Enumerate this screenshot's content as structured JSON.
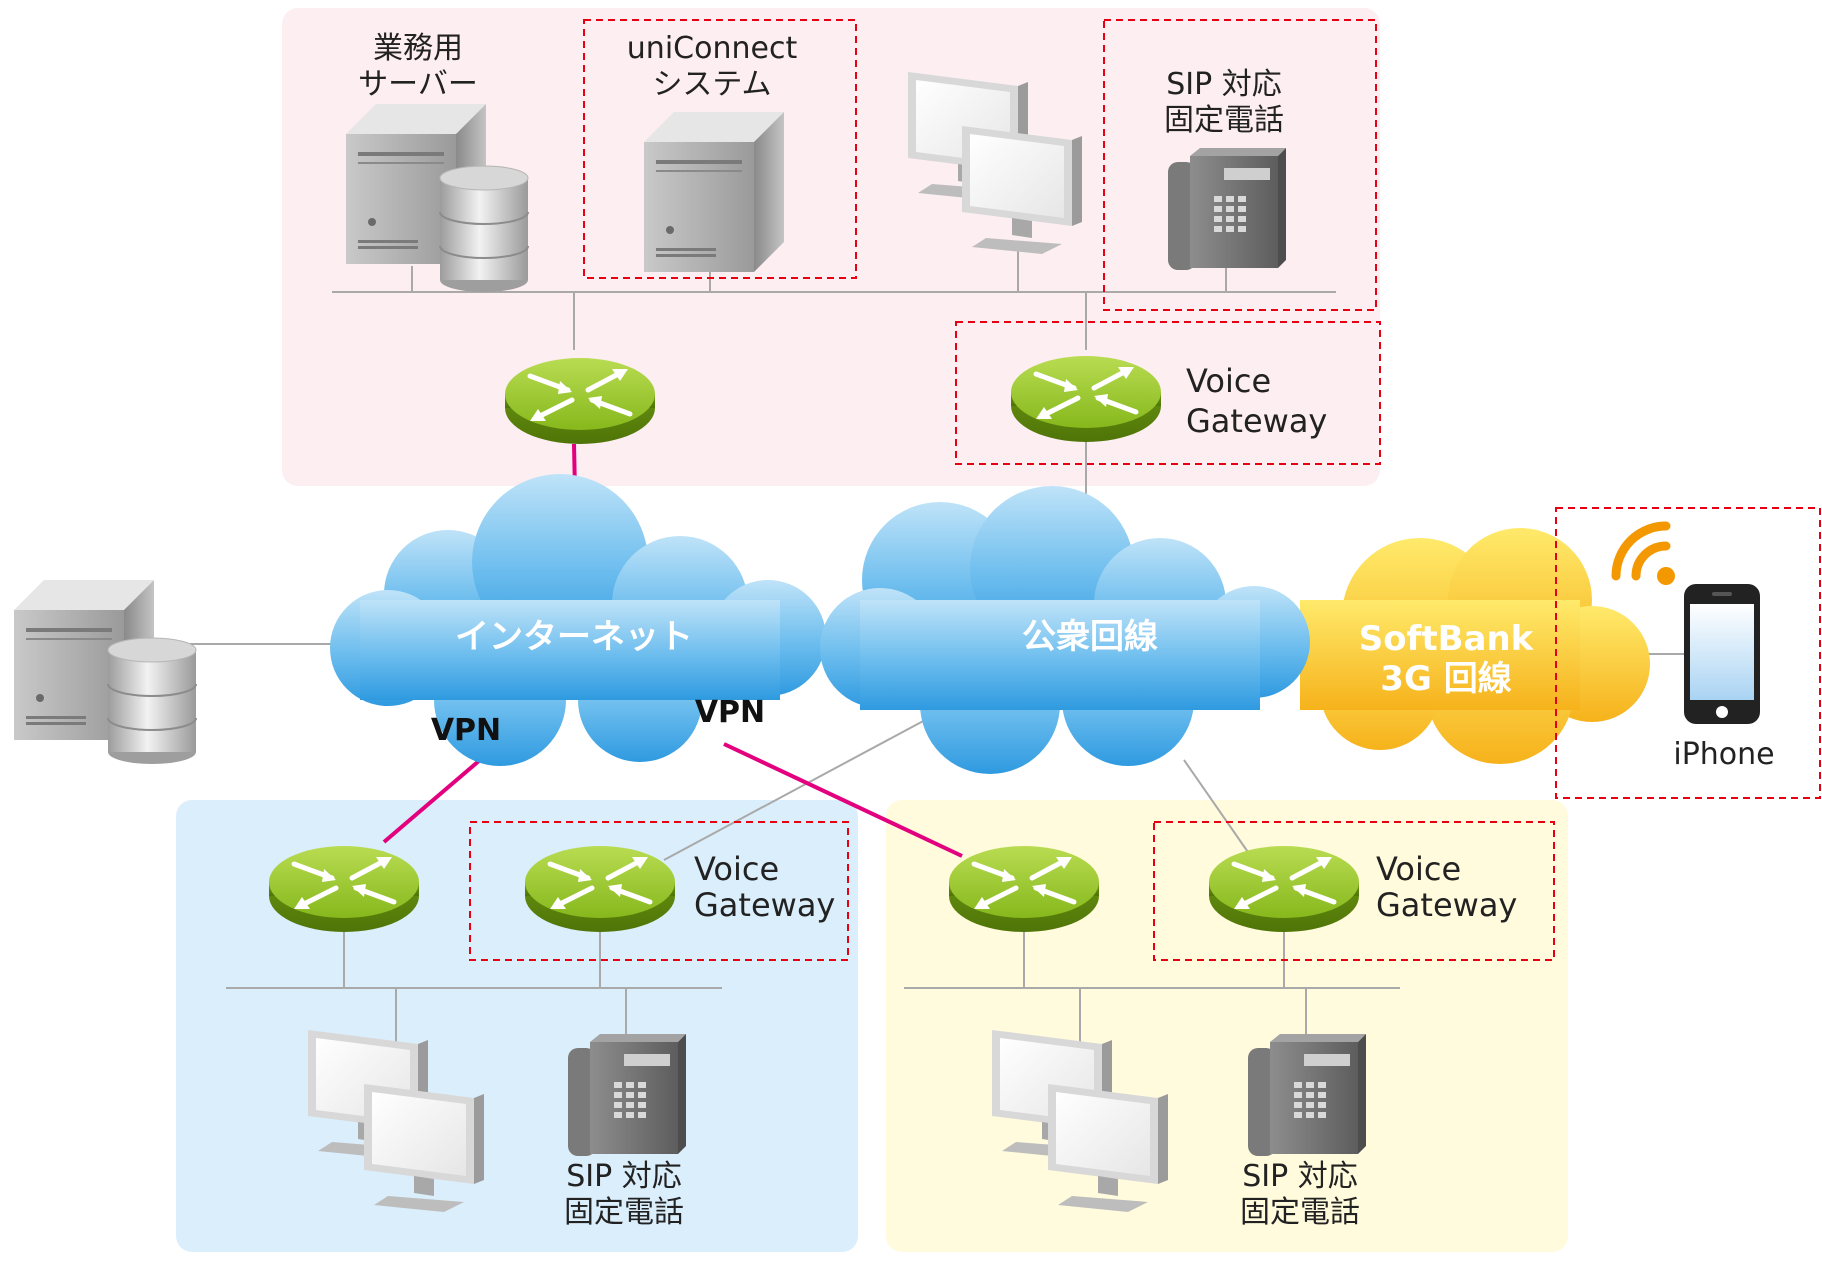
{
  "labels": {
    "business_server": [
      "業務用",
      "サーバー"
    ],
    "uniconnect": [
      "uniConnect",
      "システム"
    ],
    "sip_phone": [
      "SIP 対応",
      "固定電話"
    ],
    "voice_gateway": [
      "Voice",
      "Gateway"
    ],
    "internet": "インターネット",
    "public_line": "公衆回線",
    "softbank": [
      "SoftBank",
      "3G 回線"
    ],
    "vpn": "VPN",
    "iphone": "iPhone"
  },
  "colors": {
    "hq_zone": "#fdeef2",
    "branch_a_zone": "#dbeefb",
    "branch_b_zone": "#fffbdc",
    "vpn_line": "#e3007f",
    "router": "#8fbc1f",
    "cloud_blue": "#5fb6ec",
    "cloud_yellow": "#f9c623",
    "dashed_box": "#e60012",
    "wifi": "#f39800"
  }
}
